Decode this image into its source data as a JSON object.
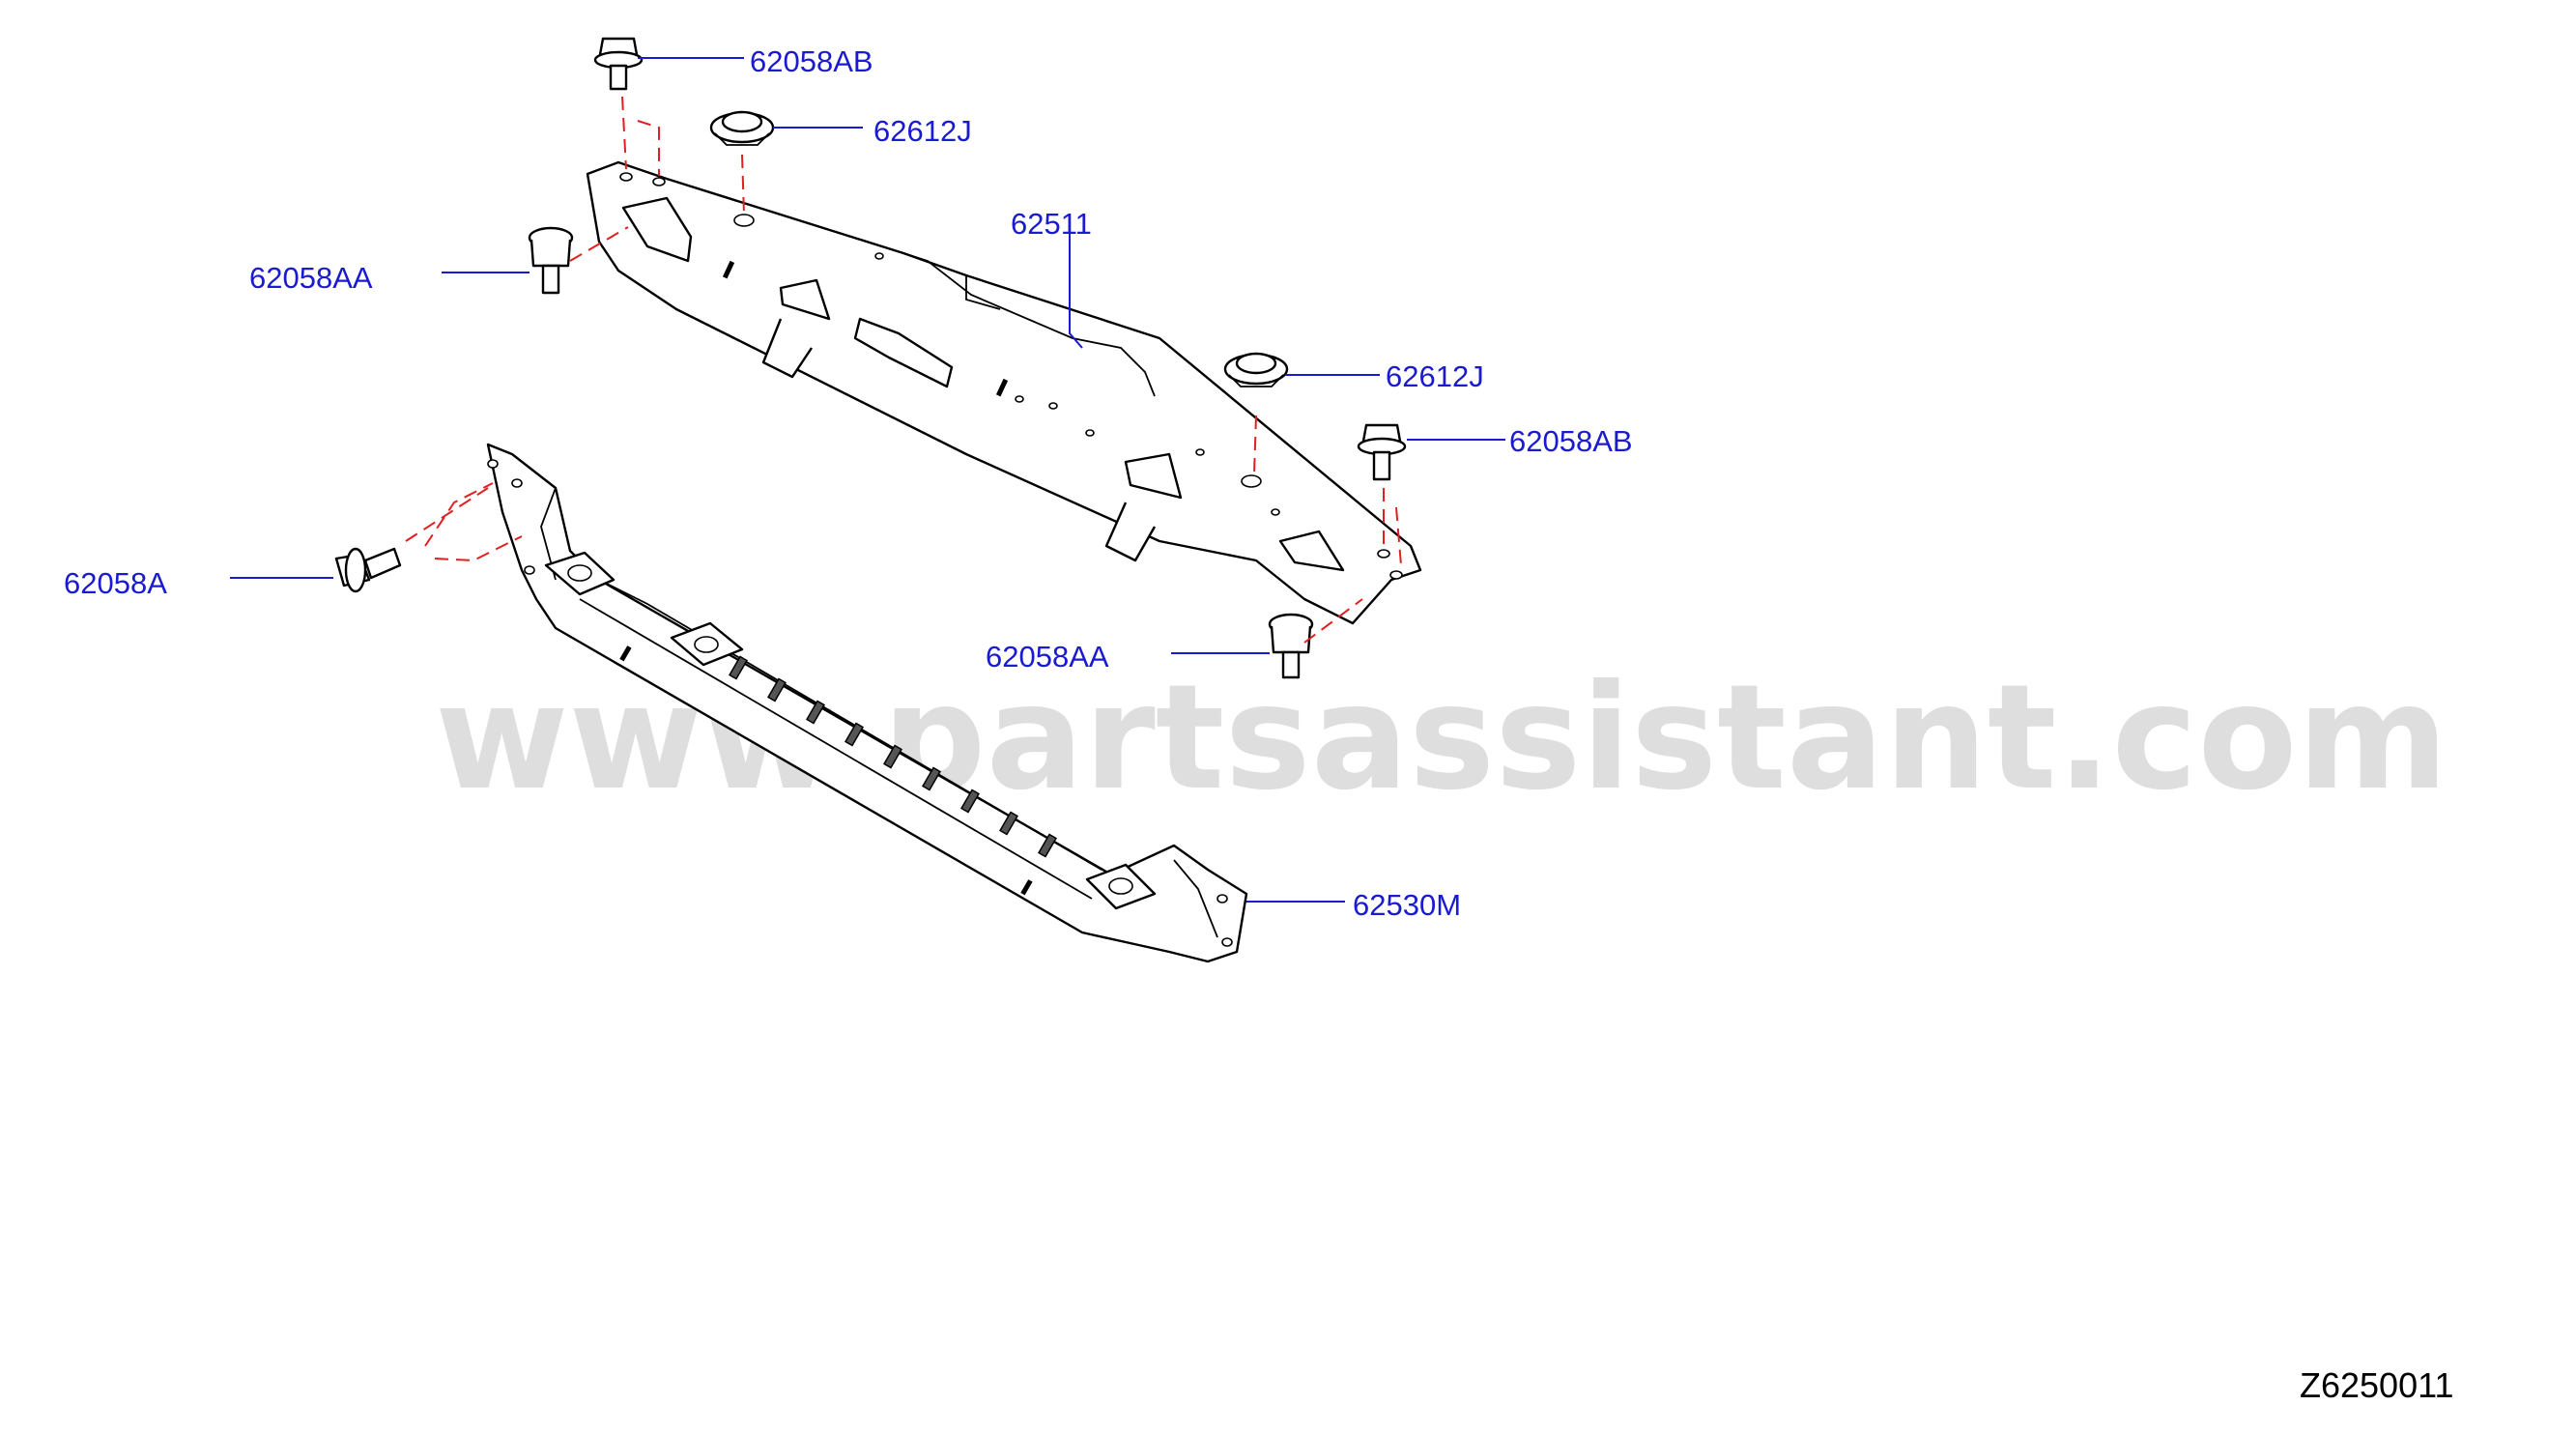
{
  "labels": {
    "bolt_top_left": "62058AB",
    "grommet_top": "62612J",
    "upper_support": "62511",
    "clip_left": "62058AA",
    "grommet_right": "62612J",
    "bolt_right": "62058AB",
    "bolt_lower_left": "62058A",
    "clip_lower": "62058AA",
    "lower_support": "62530M"
  },
  "watermark": "www.partsassistant.com",
  "diagram_code": "Z6250011",
  "colors": {
    "callout": "#1a1ad0",
    "dash_line": "#e02020",
    "watermark": "#d4d4d4"
  }
}
